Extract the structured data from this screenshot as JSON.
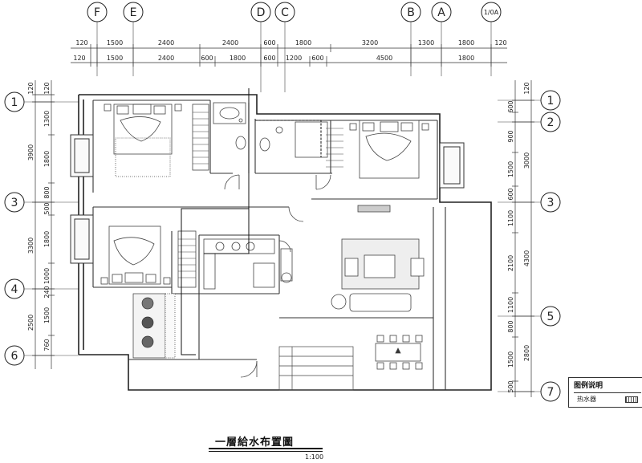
{
  "axes_top": [
    {
      "label": "F"
    },
    {
      "label": "E"
    },
    {
      "label": "D"
    },
    {
      "label": "C"
    },
    {
      "label": "B"
    },
    {
      "label": "A"
    },
    {
      "label": "1/0A"
    }
  ],
  "axes_side": [
    {
      "label": "1"
    },
    {
      "label": "3"
    },
    {
      "label": "4"
    },
    {
      "label": "6"
    }
  ],
  "axes_right": [
    {
      "label": "1"
    },
    {
      "label": "2"
    },
    {
      "label": "3"
    },
    {
      "label": "5"
    },
    {
      "label": "7"
    }
  ],
  "dims_top_row1": [
    "120",
    "1500",
    "2400",
    "2400",
    "600",
    "1800",
    "3200",
    "1300",
    "1800",
    "120"
  ],
  "dims_top_row2": [
    "120",
    "1500",
    "2400",
    "600",
    "1800",
    "600",
    "1200",
    "600",
    "4500",
    "1800"
  ],
  "dims_left_outer": [
    "120",
    "3900",
    "3300",
    "2500"
  ],
  "dims_left_inner": [
    "120",
    "1300",
    "1800",
    "800",
    "500",
    "1800",
    "1000",
    "240",
    "1500",
    "760"
  ],
  "dims_right_outer": [
    "120",
    "3000",
    "4300",
    "2800"
  ],
  "dims_right_inner": [
    "600",
    "900",
    "1500",
    "600",
    "1100",
    "2100",
    "1100",
    "800",
    "1500",
    "500"
  ],
  "legend": {
    "title": "图例说明",
    "item": "热水器"
  },
  "title": "一層給水布置圖",
  "scale": "1:100"
}
